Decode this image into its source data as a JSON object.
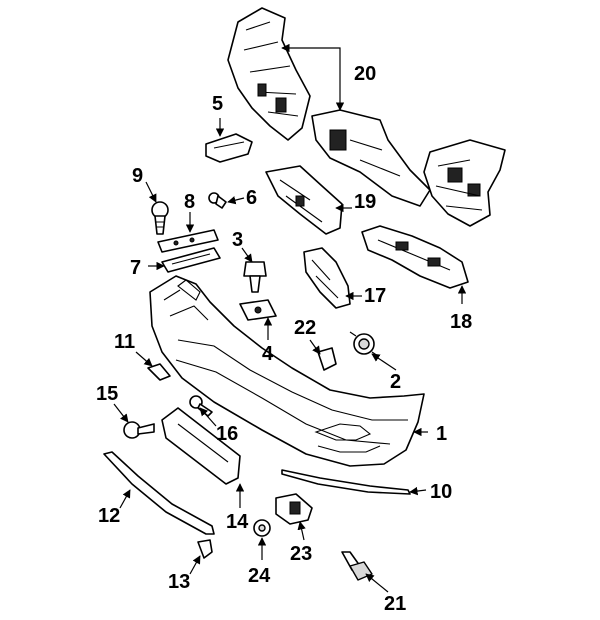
{
  "callouts": [
    {
      "id": "1",
      "text": "1"
    },
    {
      "id": "2",
      "text": "2"
    },
    {
      "id": "3",
      "text": "3"
    },
    {
      "id": "4",
      "text": "4"
    },
    {
      "id": "5",
      "text": "5"
    },
    {
      "id": "6",
      "text": "6"
    },
    {
      "id": "7",
      "text": "7"
    },
    {
      "id": "8",
      "text": "8"
    },
    {
      "id": "9",
      "text": "9"
    },
    {
      "id": "10",
      "text": "10"
    },
    {
      "id": "11",
      "text": "11"
    },
    {
      "id": "12",
      "text": "12"
    },
    {
      "id": "13",
      "text": "13"
    },
    {
      "id": "14",
      "text": "14"
    },
    {
      "id": "15",
      "text": "15"
    },
    {
      "id": "16",
      "text": "16"
    },
    {
      "id": "17",
      "text": "17"
    },
    {
      "id": "18",
      "text": "18"
    },
    {
      "id": "19",
      "text": "19"
    },
    {
      "id": "20",
      "text": "20"
    },
    {
      "id": "21",
      "text": "21"
    },
    {
      "id": "22",
      "text": "22"
    },
    {
      "id": "23",
      "text": "23"
    },
    {
      "id": "24",
      "text": "24"
    }
  ],
  "colors": {
    "ink": "#000000",
    "paper": "#ffffff",
    "shade": "#d8d8d8"
  }
}
